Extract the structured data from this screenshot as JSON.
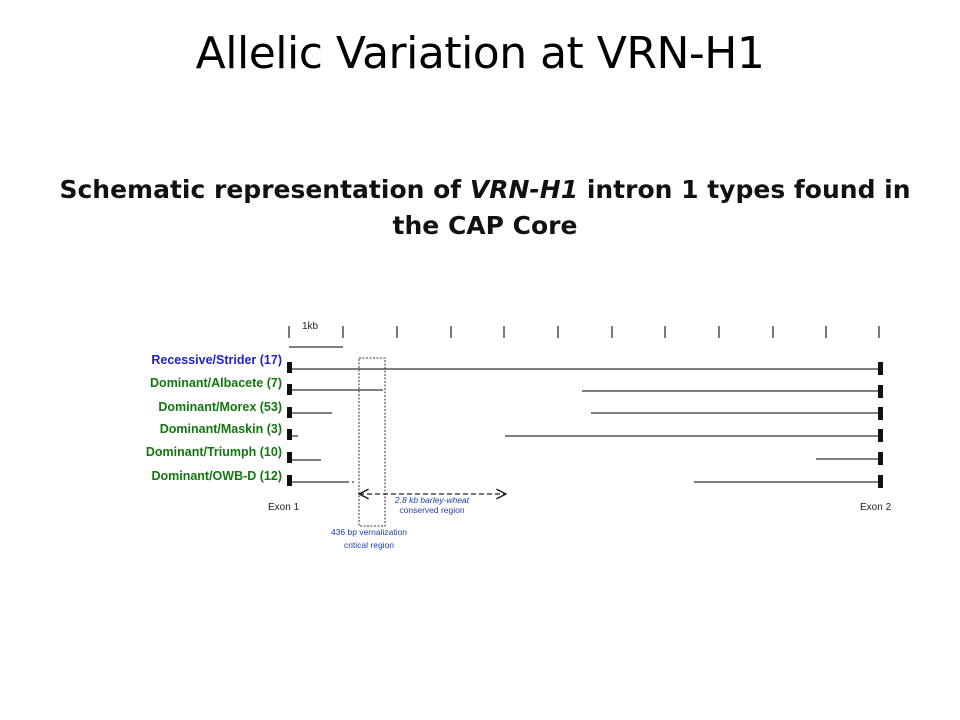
{
  "slide": {
    "title": "Allelic Variation at VRN-H1"
  },
  "figure": {
    "title_pre": "Schematic representation of ",
    "title_italic": "VRN-H1",
    "title_post": " intron 1 types found in",
    "title_line2": "the CAP Core",
    "scale_label": "1kb",
    "exon1_label": "Exon 1",
    "exon2_label": "Exon 2",
    "conserved_label_1": "2.8 kb barley-wheat",
    "conserved_label_2": "conserved region",
    "critical_label_1": "436 bp vernalization",
    "critical_label_2": "critical region",
    "alleles": [
      {
        "label": "Recessive/Strider (17)",
        "color": "#2222cc"
      },
      {
        "label": "Dominant/Albacete (7)",
        "color": "#117711"
      },
      {
        "label": "Dominant/Morex (53)",
        "color": "#117711"
      },
      {
        "label": "Dominant/Maskin (3)",
        "color": "#117711"
      },
      {
        "label": "Dominant/Triumph (10)",
        "color": "#117711"
      },
      {
        "label": "Dominant/OWB-D (12)",
        "color": "#117711"
      }
    ],
    "colors": {
      "recessive": "#2222cc",
      "dominant": "#117711",
      "annotation": "#1f3fa8",
      "line": "#333333"
    }
  }
}
